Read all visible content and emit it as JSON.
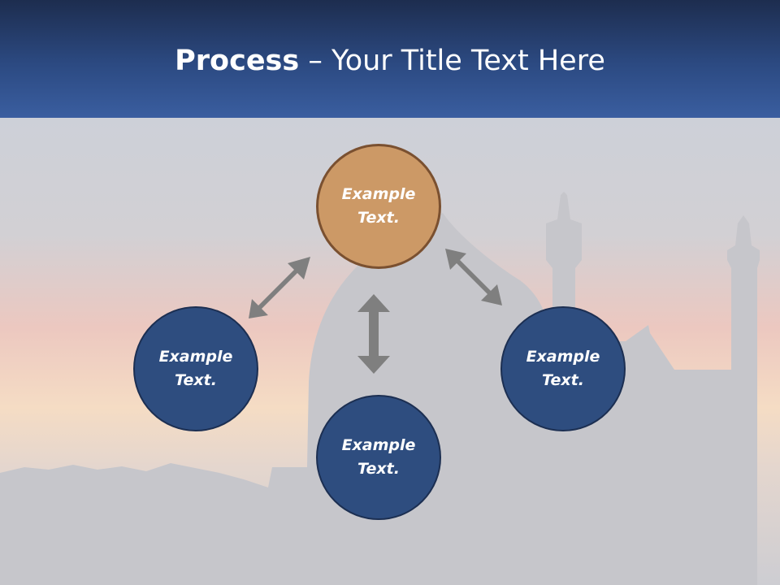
{
  "header": {
    "title_bold": "Process",
    "title_rest": " – Your Title Text Here"
  },
  "diagram": {
    "nodes": [
      {
        "id": "top",
        "line1": "Example",
        "line2": "Text.",
        "color": "#cc9966"
      },
      {
        "id": "left",
        "line1": "Example",
        "line2": "Text.",
        "color": "#2e4d7f"
      },
      {
        "id": "bottom",
        "line1": "Example",
        "line2": "Text.",
        "color": "#2e4d7f"
      },
      {
        "id": "right",
        "line1": "Example",
        "line2": "Text.",
        "color": "#2e4d7f"
      }
    ],
    "arrow_color": "#7f7f7f"
  },
  "colors": {
    "header_dark": "#1d2d4f",
    "header_light": "#3a5ea0",
    "background": "#c8c9ce"
  }
}
